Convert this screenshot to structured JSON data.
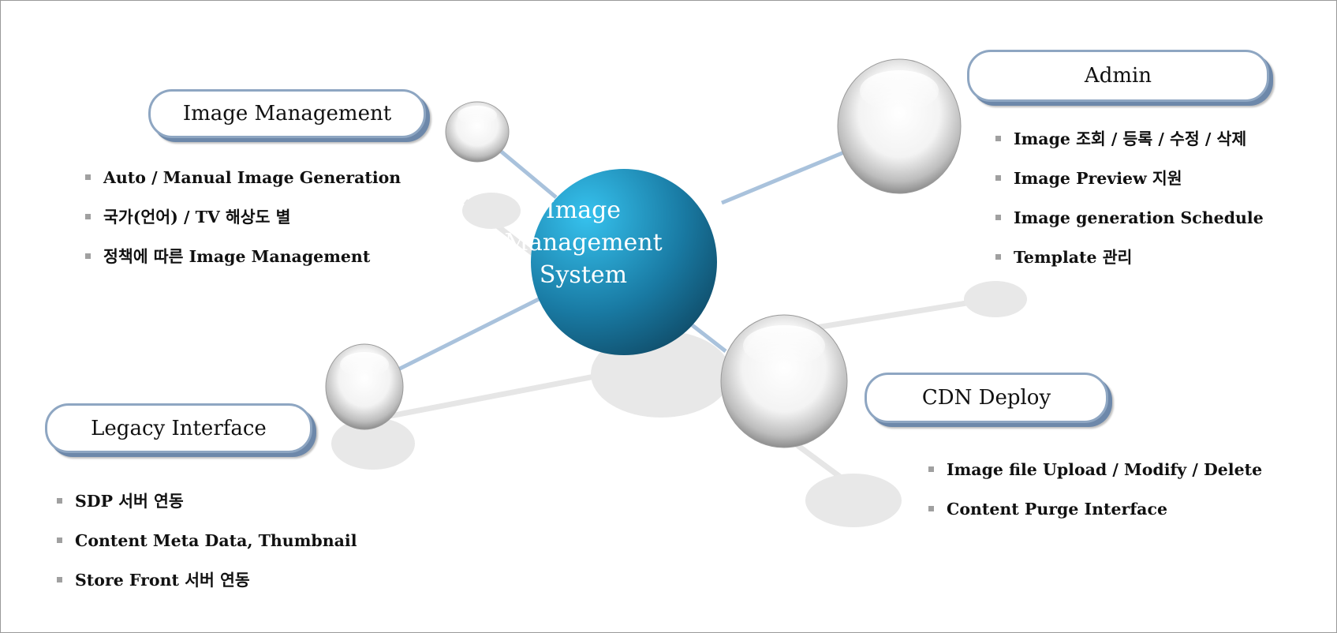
{
  "center": {
    "lines": [
      "Image",
      "Management",
      "System"
    ]
  },
  "nodes": {
    "image_management": {
      "title": "Image Management",
      "items": [
        "Auto / Manual Image Generation",
        "국가(언어) / TV 해상도 별",
        "정책에 따른 Image Management"
      ]
    },
    "admin": {
      "title": "Admin",
      "items": [
        "Image 조회 / 등록 / 수정 / 삭제",
        "Image Preview 지원",
        "Image generation Schedule",
        "Template 관리"
      ]
    },
    "legacy_interface": {
      "title": "Legacy Interface",
      "items": [
        "SDP 서버 연동",
        "Content Meta Data, Thumbnail",
        "Store Front 서버 연동"
      ]
    },
    "cdn_deploy": {
      "title": "CDN Deploy",
      "items": [
        "Image file Upload / Modify / Delete",
        "Content Purge Interface"
      ]
    }
  },
  "colors": {
    "hub_light": "#36c2ee",
    "hub_dark": "#0d3f58",
    "pill_border": "#8ea6c2",
    "pill_shadow": "#6d88aa"
  }
}
